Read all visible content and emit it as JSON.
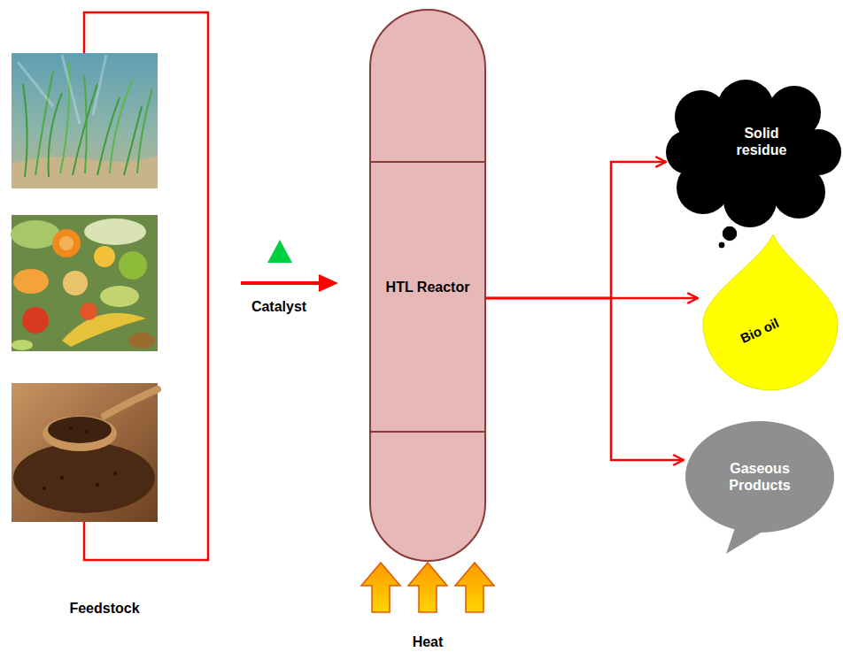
{
  "diagram": {
    "nodes": [
      {
        "text": [
          "HTL Reactor"
        ]
      },
      {
        "text": [
          "Solid residue"
        ]
      },
      {
        "text": [
          "Bio oil"
        ]
      },
      {
        "text": [
          "Gaseous Products"
        ]
      }
    ],
    "edges": [
      {
        "from": 0,
        "to": 1,
        "arrow": "to"
      },
      {
        "from": 0,
        "to": 2,
        "arrow": "to"
      },
      {
        "from": 0,
        "to": 3,
        "arrow": "to"
      }
    ],
    "labels": [
      "Catalyst",
      "Feedstock",
      "Heat"
    ]
  }
}
